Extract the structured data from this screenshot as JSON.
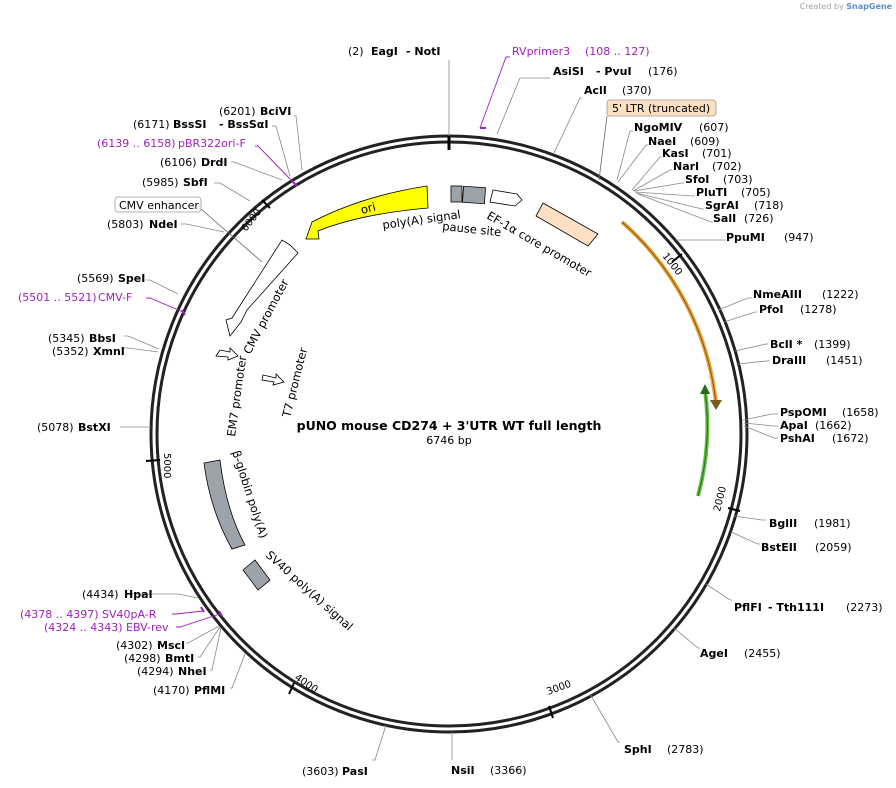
{
  "watermark": {
    "prefix": "Created by",
    "brand": "SnapGene"
  },
  "plasmid": {
    "name": "pUNO mouse CD274 + 3'UTR WT full length",
    "length_label": "6746 bp",
    "total_bp": 6746
  },
  "ticks": [
    "1000",
    "2000",
    "3000",
    "4000",
    "5000",
    "6000"
  ],
  "sites": [
    {
      "name": "EagI",
      "name2": "NotI",
      "pos": "2",
      "side": "left"
    },
    {
      "name": "AsiSI",
      "name2": "PvuI",
      "pos": "176",
      "side": "right"
    },
    {
      "name": "AclI",
      "pos": "370",
      "side": "right"
    },
    {
      "name": "NgoMIV",
      "pos": "607",
      "side": "right"
    },
    {
      "name": "NaeI",
      "pos": "609",
      "side": "right"
    },
    {
      "name": "KasI",
      "pos": "701",
      "side": "right"
    },
    {
      "name": "NarI",
      "pos": "702",
      "side": "right"
    },
    {
      "name": "SfoI",
      "pos": "703",
      "side": "right"
    },
    {
      "name": "PluTI",
      "pos": "705",
      "side": "right"
    },
    {
      "name": "SgrAI",
      "pos": "718",
      "side": "right"
    },
    {
      "name": "SalI",
      "pos": "726",
      "side": "right"
    },
    {
      "name": "PpuMI",
      "pos": "947",
      "side": "right"
    },
    {
      "name": "NmeAIII",
      "pos": "1222",
      "side": "right"
    },
    {
      "name": "PfoI",
      "pos": "1278",
      "side": "right"
    },
    {
      "name": "BclI *",
      "pos": "1399",
      "side": "right"
    },
    {
      "name": "DraIII",
      "pos": "1451",
      "side": "right"
    },
    {
      "name": "PspOMI",
      "pos": "1658",
      "side": "right"
    },
    {
      "name": "ApaI",
      "pos": "1662",
      "side": "right"
    },
    {
      "name": "PshAI",
      "pos": "1672",
      "side": "right"
    },
    {
      "name": "BglII",
      "pos": "1981",
      "side": "right"
    },
    {
      "name": "BstEII",
      "pos": "2059",
      "side": "right"
    },
    {
      "name": "PflFI",
      "name2": "Tth111I",
      "pos": "2273",
      "side": "right"
    },
    {
      "name": "AgeI",
      "pos": "2455",
      "side": "right"
    },
    {
      "name": "SphI",
      "pos": "2783",
      "side": "right"
    },
    {
      "name": "NsiI",
      "pos": "3366",
      "side": "right"
    },
    {
      "name": "PasI",
      "pos": "3603",
      "side": "left"
    },
    {
      "name": "PflMI",
      "pos": "4170",
      "side": "left"
    },
    {
      "name": "NheI",
      "pos": "4294",
      "side": "left"
    },
    {
      "name": "BmtI",
      "pos": "4298",
      "side": "left"
    },
    {
      "name": "MscI",
      "pos": "4302",
      "side": "left"
    },
    {
      "name": "HpaI",
      "pos": "4434",
      "side": "left"
    },
    {
      "name": "BstXI",
      "pos": "5078",
      "side": "left"
    },
    {
      "name": "BbsI",
      "pos": "5345",
      "side": "left"
    },
    {
      "name": "XmnI",
      "pos": "5352",
      "side": "left"
    },
    {
      "name": "SpeI",
      "pos": "5569",
      "side": "left"
    },
    {
      "name": "NdeI",
      "pos": "5803",
      "side": "left"
    },
    {
      "name": "SbfI",
      "pos": "5985",
      "side": "left"
    },
    {
      "name": "DrdI",
      "pos": "6106",
      "side": "left"
    },
    {
      "name": "BssSI",
      "name2": "BssSαI",
      "pos": "6171",
      "side": "left"
    },
    {
      "name": "BciVI",
      "pos": "6201",
      "side": "left"
    }
  ],
  "primers": [
    {
      "name": "RVprimer3",
      "range": "108 .. 127"
    },
    {
      "name": "pBR322ori-F",
      "range": "6139 .. 6158"
    },
    {
      "name": "CMV-F",
      "range": "5501 .. 5521"
    },
    {
      "name": "SV40pA-R",
      "range": "4378 .. 4397"
    },
    {
      "name": "EBV-rev",
      "range": "4324 .. 4343"
    }
  ],
  "boxed_features": [
    {
      "name": "5' LTR (truncated)",
      "color": "#fde0c4"
    },
    {
      "name": "CMV enhancer",
      "color": "#ffffff"
    }
  ],
  "features": [
    {
      "name": "ori",
      "color": "#ffff00"
    },
    {
      "name": "poly(A) signal",
      "color": "#9da3aa"
    },
    {
      "name": "pause site",
      "color": "#9da3aa"
    },
    {
      "name": "EF-1α core promoter",
      "color": "#fde0c4"
    },
    {
      "name": "CMV promoter",
      "color": "#ffffff"
    },
    {
      "name": "EM7 promoter",
      "color": "#ffffff"
    },
    {
      "name": "T7 promoter",
      "color": "#ffffff"
    },
    {
      "name": "β-globin poly(A)",
      "color": "#9da3aa"
    },
    {
      "name": "SV40 poly(A) signal",
      "color": "#9da3aa"
    }
  ],
  "colors": {
    "primer": "#a020c0",
    "orange_arc": "#f0a030",
    "green_arc": "#60c040",
    "backbone": "#222222"
  }
}
